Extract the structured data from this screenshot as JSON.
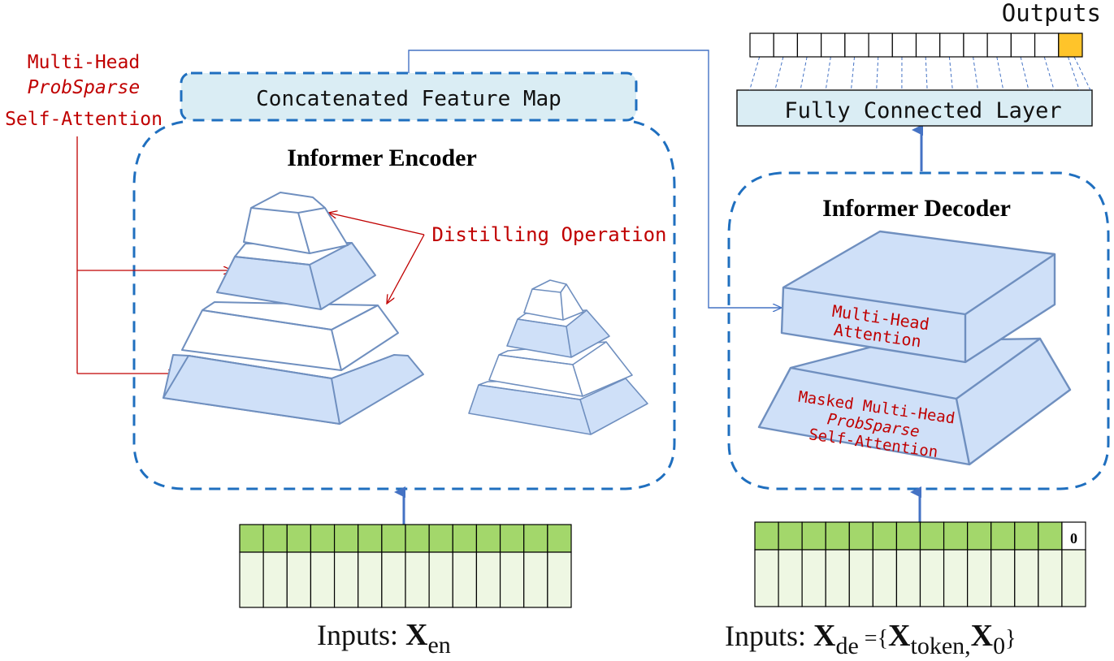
{
  "colors": {
    "annotation_red": "#c00000",
    "dashed_blue": "#1f6fbf",
    "shape_fill_blue": "#cfe0f8",
    "shape_stroke": "#6f8fbf",
    "panel_fill": "#daedf4",
    "input_green": "#a3d76b",
    "input_light": "#eef7e3",
    "output_highlight": "#ffc42a",
    "arrow_blue": "#4472c4"
  },
  "labels": {
    "attention_note": [
      "Multi-Head",
      "ProbSparse",
      "Self-Attention"
    ],
    "concat_feature_map": "Concatenated Feature Map",
    "encoder_title": "Informer Encoder",
    "distilling": "Distilling Operation",
    "decoder_title": "Informer Decoder",
    "decoder_top_block": [
      "Multi-Head",
      "Attention"
    ],
    "decoder_bottom_block": [
      "Masked Multi-Head",
      "ProbSparse",
      "Self-Attention"
    ],
    "fully_connected": "Fully Connected Layer",
    "outputs": "Outputs"
  },
  "encoder_input": {
    "cells": 14,
    "caption_prefix": "Inputs: ",
    "var": "X",
    "sub": "en"
  },
  "decoder_input": {
    "cells": 14,
    "last_cell_value": "0",
    "caption_prefix": "Inputs: ",
    "var": "X",
    "sub": "de",
    "eq": " ={",
    "token_var": "X",
    "token_sub": "token,",
    "zero_var": "X",
    "zero_sub": "0",
    "close": "}"
  },
  "outputs": {
    "cells": 14,
    "highlighted_index": 13
  }
}
